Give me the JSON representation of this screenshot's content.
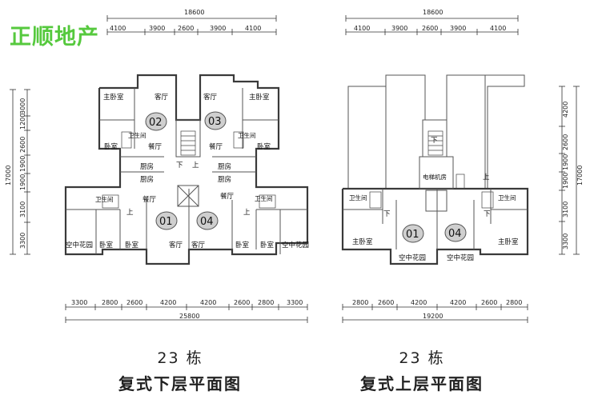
{
  "brand": "正顺地产",
  "lower": {
    "building": "23 栋",
    "title": "复式下层平面图",
    "top_total": "18600",
    "top_segments": [
      "4100",
      "3900",
      "2600",
      "3900",
      "4100"
    ],
    "left_total": "17000",
    "left_segments": [
      "3000",
      "1200",
      "2600",
      "1900",
      "1900",
      "3100",
      "3300"
    ],
    "bottom_total": "25800",
    "bottom_segments": [
      "3300",
      "2800",
      "2600",
      "4200",
      "4200",
      "2600",
      "2800",
      "3300"
    ],
    "units": [
      "02",
      "03",
      "01",
      "04"
    ],
    "rooms": {
      "master_bedroom": "主卧室",
      "living_room": "客厅",
      "bathroom": "卫生间",
      "bedroom": "卧室",
      "dining": "餐厅",
      "kitchen": "厨房",
      "sky_garden": "空中花园",
      "up": "上",
      "down": "下"
    }
  },
  "upper": {
    "building": "23 栋",
    "title": "复式上层平面图",
    "top_total": "18600",
    "top_segments": [
      "4100",
      "3900",
      "2600",
      "3900",
      "4100"
    ],
    "right_total": "17000",
    "right_segments": [
      "4200",
      "2600",
      "1900",
      "1900",
      "3100",
      "3300"
    ],
    "bottom_total": "19200",
    "bottom_segments": [
      "2800",
      "2600",
      "4200",
      "4200",
      "2600",
      "2800"
    ],
    "units": [
      "01",
      "04"
    ],
    "rooms": {
      "elevator_room": "电梯机房",
      "bathroom": "卫生间",
      "master_bedroom": "主卧室",
      "sky_garden": "空中花园",
      "up": "上",
      "down": "下"
    }
  }
}
